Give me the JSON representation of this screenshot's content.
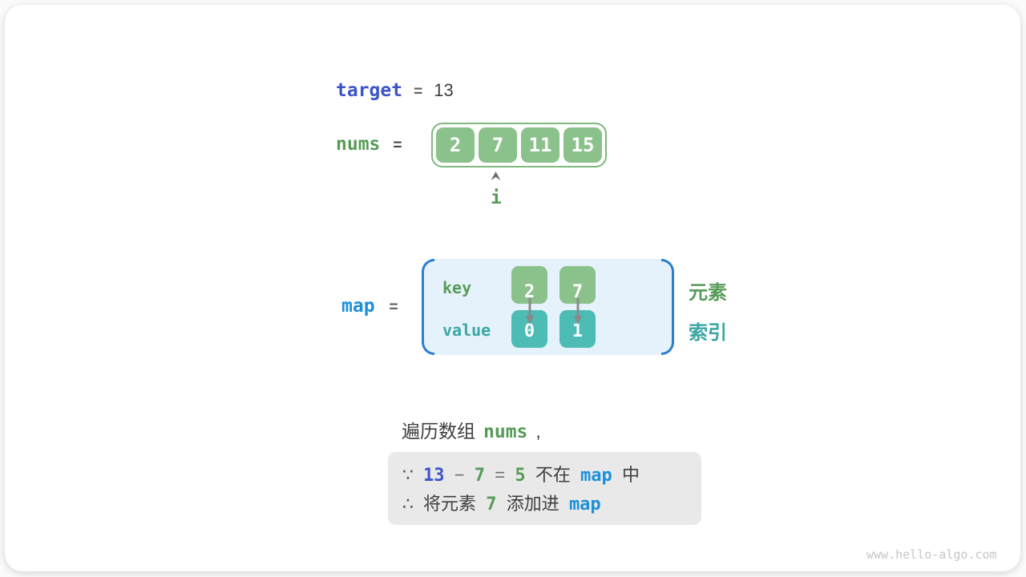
{
  "colors": {
    "indigo": "#3b54c8",
    "code_green": "#579b58",
    "code_blue": "#1b8fd9",
    "teal": "#3aa7a3",
    "cell_green": "#8bc28b",
    "cell_teal": "#4cbcb4",
    "map_box_fill": "#e6f2fb",
    "map_bracket": "#2b7fd0",
    "note_box_fill": "#e9e9e9"
  },
  "target_row": {
    "var": "target",
    "eq": "=",
    "value": "13"
  },
  "nums_row": {
    "var": "nums",
    "eq": "=",
    "cells": [
      "2",
      "7",
      "11",
      "15"
    ],
    "pointer_index": 1,
    "pointer_label": "i"
  },
  "map_row": {
    "var": "map",
    "eq": "=",
    "key_label": "key",
    "value_label": "value",
    "keys": [
      "2",
      "7"
    ],
    "values": [
      "0",
      "1"
    ],
    "element_label": "元素",
    "index_label": "索引"
  },
  "caption": {
    "prefix": "遍历数组",
    "code": "nums",
    "suffix": ","
  },
  "note_box": {
    "lines": [
      {
        "symbol": "∵",
        "segments": [
          {
            "t": "13",
            "c": "c-indigo",
            "code": true
          },
          {
            "t": "  −  ",
            "c": "c-gray"
          },
          {
            "t": "7",
            "c": "c-green",
            "code": true
          },
          {
            "t": "  =  ",
            "c": "c-gray"
          },
          {
            "t": "5",
            "c": "c-green",
            "code": true
          },
          {
            "t": "  不在  ",
            "c": "c-dark"
          },
          {
            "t": "map",
            "c": "c-blue",
            "code": true
          },
          {
            "t": "  中",
            "c": "c-dark"
          }
        ]
      },
      {
        "symbol": "∴",
        "segments": [
          {
            "t": "将元素  ",
            "c": "c-dark"
          },
          {
            "t": "7",
            "c": "c-green",
            "code": true
          },
          {
            "t": "  添加进  ",
            "c": "c-dark"
          },
          {
            "t": "map",
            "c": "c-blue",
            "code": true
          }
        ]
      }
    ]
  },
  "footer": {
    "watermark": "www.hello-algo.com"
  }
}
